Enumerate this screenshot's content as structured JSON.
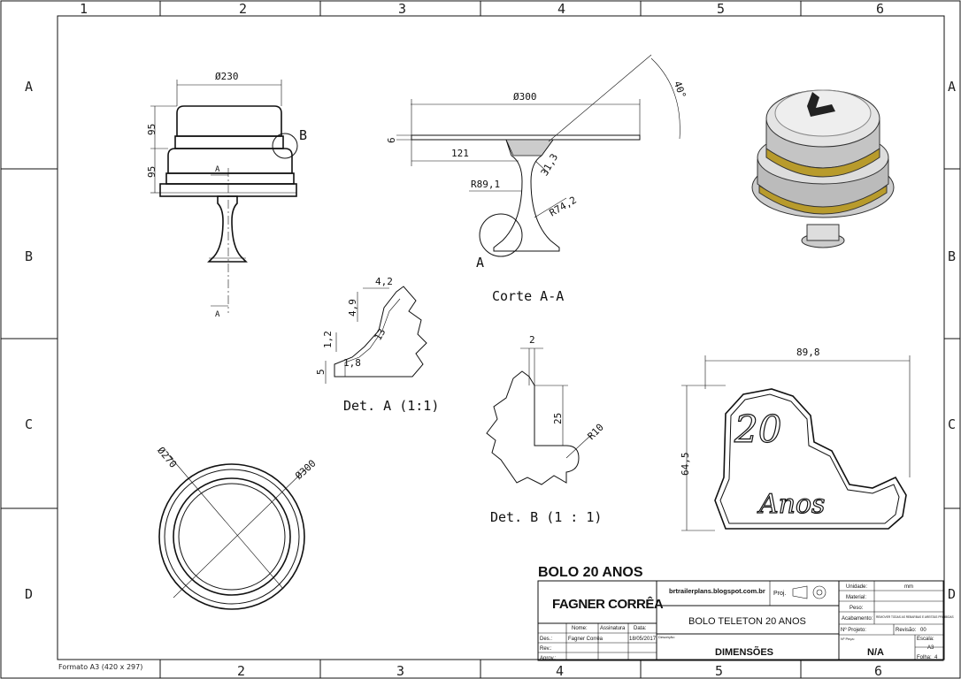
{
  "zones": {
    "columns": [
      "1",
      "2",
      "3",
      "4",
      "5",
      "6"
    ],
    "rows": [
      "A",
      "B",
      "C",
      "D"
    ]
  },
  "views": {
    "front": {
      "dia_top": "Ø230",
      "h1": "95",
      "h2": "95",
      "detail_ref": "B",
      "section_mark": "A"
    },
    "section": {
      "dia": "Ø300",
      "thickness": "6",
      "len": "121",
      "neck": "31,3",
      "r1": "R89,1",
      "r2": "R74,2",
      "angle": "40°",
      "detail_ref": "A",
      "caption": "Corte A-A"
    },
    "detail_a": {
      "d1": "4,2",
      "d2": "4,9",
      "d3": "13",
      "d4": "1,2",
      "d5": "1,8",
      "d6": "5",
      "caption": "Det. A (1:1)"
    },
    "detail_b": {
      "d1": "2",
      "d2": "25",
      "d3": "R10",
      "caption": "Det. B (1 : 1)"
    },
    "top": {
      "d1": "Ø270",
      "d2": "Ø300"
    },
    "topper": {
      "width": "89,8",
      "height": "64,5",
      "text_20": "20",
      "text_anos": "Anos"
    }
  },
  "footer_note": "Formato A3 (420 x 297)",
  "title_block": {
    "heading": "BOLO 20 ANOS",
    "logo": "FAGNER CORRÊA",
    "website": "brtrailerplans.blogspot.com.br",
    "proj_label": "Proj.",
    "name_col": "Nome:",
    "sign_col": "Assinatura",
    "date_col": "Data:",
    "des_label": "Des.:",
    "des_name": "Fagner Corrêa",
    "des_date": "18/05/2017",
    "rev_label": "Rev.:",
    "aprov_label": "Aprov.:",
    "descr_label": "Descrição:",
    "title": "BOLO TELETON 20 ANOS",
    "view_title": "DIMENSÕES",
    "unit_label": "Unidade:",
    "unit_value": "mm",
    "material_label": "Material:",
    "weight_label": "Peso:",
    "finish_label": "Acabamento:",
    "finish_note": "REMOVER TODAS AS REBARBAS E ARESTAS PROIBIDAS",
    "proj_no_label": "Nº Projeto:",
    "rev_no_label": "Revisão:",
    "rev_no": "00",
    "piece_label": "Nº Peça:",
    "piece_value": "N/A",
    "scale_label": "Escala:",
    "scale_value": "A3",
    "sheet_label": "Folha:",
    "sheet_value": "4"
  }
}
